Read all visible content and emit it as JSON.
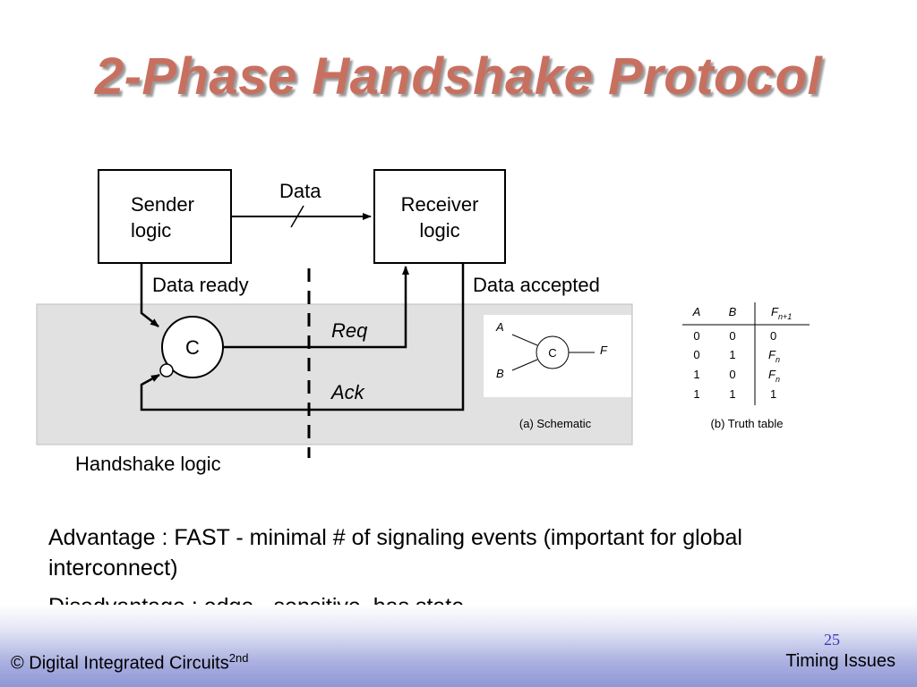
{
  "slide": {
    "title": "2-Phase Handshake Protocol",
    "page_number": "25",
    "footer_left_prefix": "© Digital Integrated Circuits",
    "footer_left_sup": "2nd",
    "footer_right": "Timing Issues"
  },
  "diagram": {
    "sender_line1": "Sender",
    "sender_line2": "logic",
    "receiver_line1": "Receiver",
    "receiver_line2": "logic",
    "data": "Data",
    "data_ready": "Data ready",
    "data_accepted": "Data accepted",
    "c_element": "C",
    "req": "Req",
    "ack": "Ack",
    "handshake_logic": "Handshake logic"
  },
  "schematic": {
    "input_a": "A",
    "input_b": "B",
    "gate": "C",
    "output_f": "F",
    "caption": "(a) Schematic"
  },
  "truth_table": {
    "headers": {
      "a": "A",
      "b": "B",
      "f_base": "F",
      "f_sub": "n+1"
    },
    "rows": [
      {
        "a": "0",
        "b": "0",
        "f_base": "0",
        "f_sub": ""
      },
      {
        "a": "0",
        "b": "1",
        "f_base": "F",
        "f_sub": "n"
      },
      {
        "a": "1",
        "b": "0",
        "f_base": "F",
        "f_sub": "n"
      },
      {
        "a": "1",
        "b": "1",
        "f_base": "1",
        "f_sub": ""
      }
    ],
    "caption": "(b) Truth table"
  },
  "bullets": [
    "Advantage : FAST - minimal # of signaling events (important for global interconnect)",
    "Disadvantage : edge - sensitive, has state"
  ],
  "colors": {
    "title": "#c87060",
    "panel_background": "#e1e1e1",
    "footer_gradient_end": "#8f97d6",
    "page_number": "#3b3bbd"
  }
}
